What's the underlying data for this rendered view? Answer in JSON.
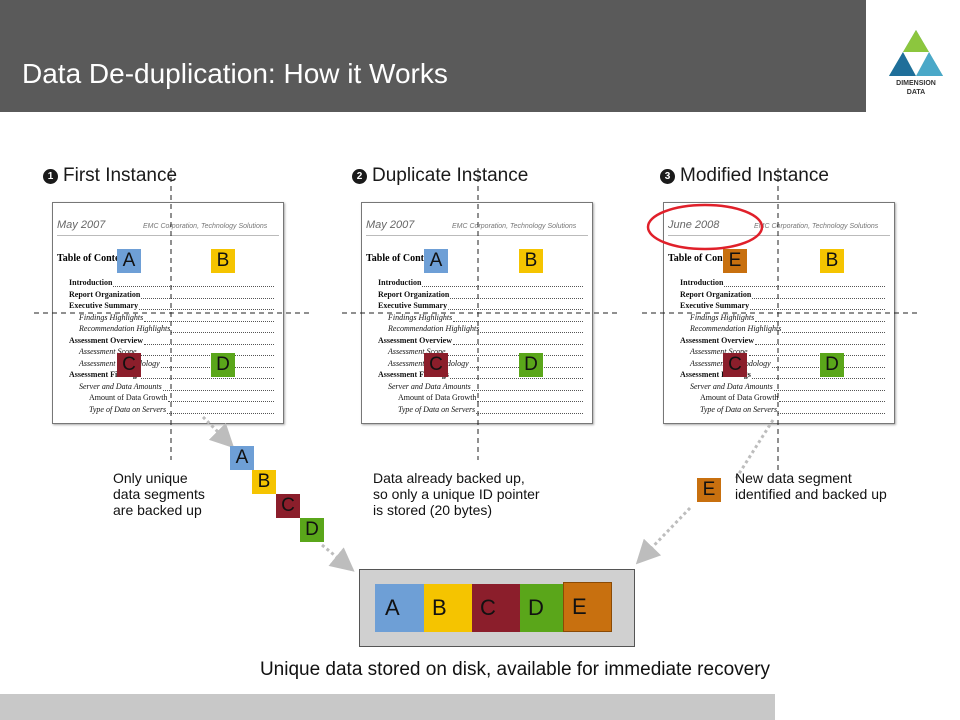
{
  "title": "Data De-duplication: How it Works",
  "logo": {
    "line1": "DIMENSION",
    "line2": "DATA"
  },
  "columns": [
    {
      "number": "1",
      "label": "First Instance",
      "date": "May 2007",
      "seg_top": [
        "A",
        "B"
      ],
      "seg_bottom": [
        "C",
        "D"
      ]
    },
    {
      "number": "2",
      "label": "Duplicate Instance",
      "date": "May 2007",
      "seg_top": [
        "A",
        "B"
      ],
      "seg_bottom": [
        "C",
        "D"
      ]
    },
    {
      "number": "3",
      "label": "Modified Instance",
      "date": "June 2008",
      "seg_top": [
        "E",
        "B"
      ],
      "seg_bottom": [
        "C",
        "D"
      ]
    }
  ],
  "document": {
    "company": "EMC Corporation, Technology Solutions",
    "toc_title": "Table of Contents",
    "toc": [
      "Introduction",
      "Report Organization",
      "Executive Summary",
      "Findings Highlights",
      "Recommendation Highlights",
      "Assessment Overview",
      "Assessment Scope",
      "Assessment Methodology",
      "Assessment Findings",
      "Server and Data Amounts",
      "Amount of Data Growth",
      "Type of Data on Servers"
    ]
  },
  "notes": {
    "first": [
      "Only unique",
      "data segments",
      "are backed up"
    ],
    "duplicate": [
      "Data already backed up,",
      "so only a unique ID pointer",
      "is stored (20 bytes)"
    ],
    "modified": [
      "New data segment",
      "identified and backed up"
    ]
  },
  "stack": [
    "A",
    "B",
    "C",
    "D"
  ],
  "new_segment": "E",
  "disk": [
    "A",
    "B",
    "C",
    "D",
    "E"
  ],
  "caption": "Unique data stored on disk, available for immediate recovery",
  "colors": {
    "A": "#6e9fd6",
    "B": "#f5c400",
    "C": "#8b1e2b",
    "D": "#5aa61a",
    "E": "#c8700f",
    "header": "#5a5a5a",
    "highlight": "#e0202a"
  }
}
